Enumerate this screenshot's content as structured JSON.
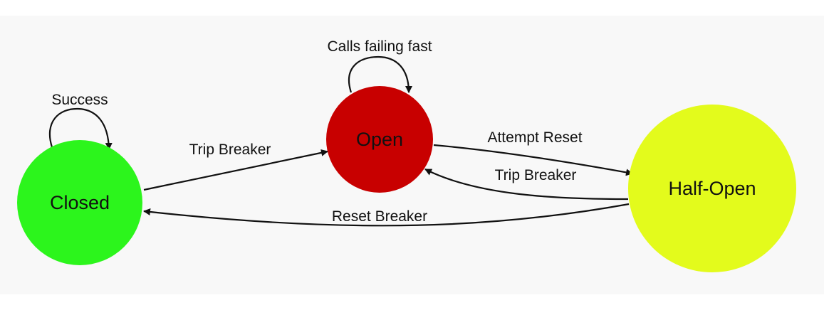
{
  "colors": {
    "canvas_background": "#f8f8f8",
    "closed_fill": "#2cf51c",
    "open_fill": "#c80000",
    "half_open_fill": "#e3fb1c",
    "edge_color": "#111111"
  },
  "nodes": {
    "closed": {
      "label": "Closed"
    },
    "open": {
      "label": "Open"
    },
    "half_open": {
      "label": "Half-Open"
    }
  },
  "edges": {
    "closed_success": {
      "label": "Success"
    },
    "closed_to_open": {
      "label": "Trip Breaker"
    },
    "open_failing_fast": {
      "label": "Calls failing fast"
    },
    "open_to_half_open": {
      "label": "Attempt Reset"
    },
    "half_open_to_open": {
      "label": "Trip Breaker"
    },
    "half_open_to_closed": {
      "label": "Reset Breaker"
    }
  }
}
